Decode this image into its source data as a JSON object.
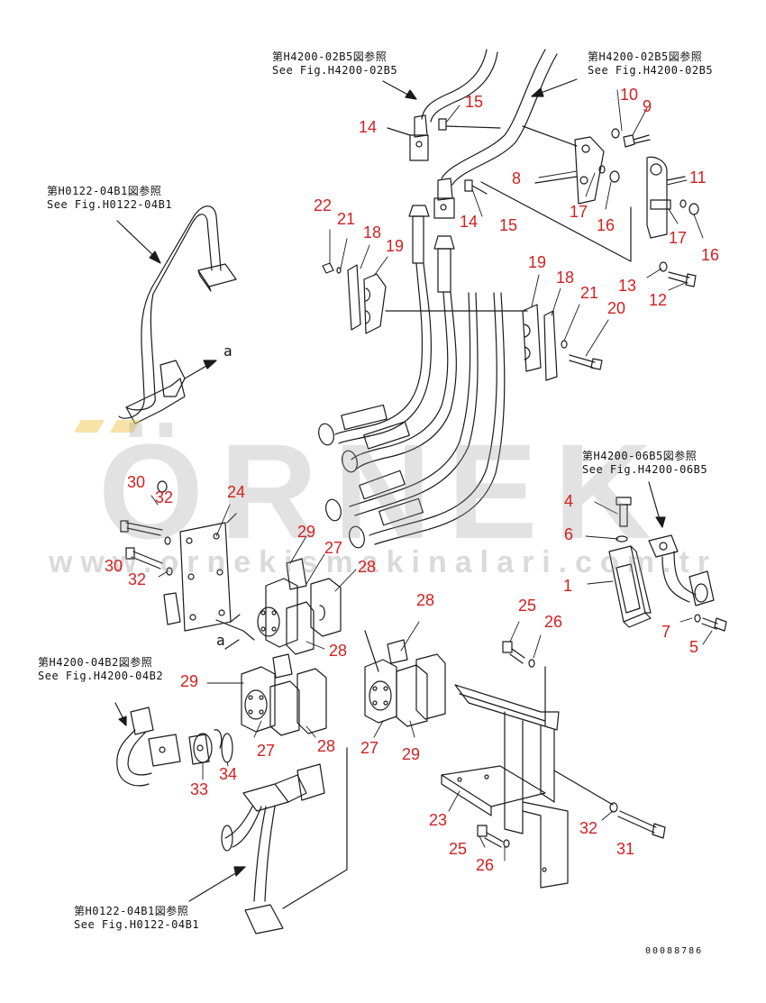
{
  "references": {
    "h4200_02b5_left": {
      "jp": "第H4200-02B5図参照",
      "en": "See Fig.H4200-02B5"
    },
    "h4200_02b5_right": {
      "jp": "第H4200-02B5図参照",
      "en": "See Fig.H4200-02B5"
    },
    "h0122_04b1_top": {
      "jp": "第H0122-04B1図参照",
      "en": "See Fig.H0122-04B1"
    },
    "h4200_06b5": {
      "jp": "第H4200-06B5図参照",
      "en": "See Fig.H4200-06B5"
    },
    "h4200_04b2": {
      "jp": "第H4200-04B2図参照",
      "en": "See Fig.H4200-04B2"
    },
    "h0122_04b1_bottom": {
      "jp": "第H0122-04B1図参照",
      "en": "See Fig.H0122-04B1"
    }
  },
  "connector_label": "a",
  "part_numbers": [
    "1",
    "4",
    "5",
    "6",
    "7",
    "8",
    "9",
    "10",
    "11",
    "12",
    "13",
    "14",
    "14",
    "15",
    "15",
    "16",
    "16",
    "17",
    "17",
    "18",
    "18",
    "19",
    "19",
    "20",
    "21",
    "21",
    "22",
    "23",
    "24",
    "25",
    "25",
    "26",
    "26",
    "27",
    "27",
    "27",
    "28",
    "28",
    "28",
    "28",
    "29",
    "29",
    "29",
    "30",
    "30",
    "31",
    "32",
    "32",
    "32",
    "33",
    "34"
  ],
  "document_number": "00088786",
  "watermark": {
    "brand": "ÖRNEK",
    "url": "www.ornekismakinalari.com.tr"
  },
  "colors": {
    "line": "#1a1a1a",
    "part_number": "#d42020",
    "watermark": "#969696"
  }
}
